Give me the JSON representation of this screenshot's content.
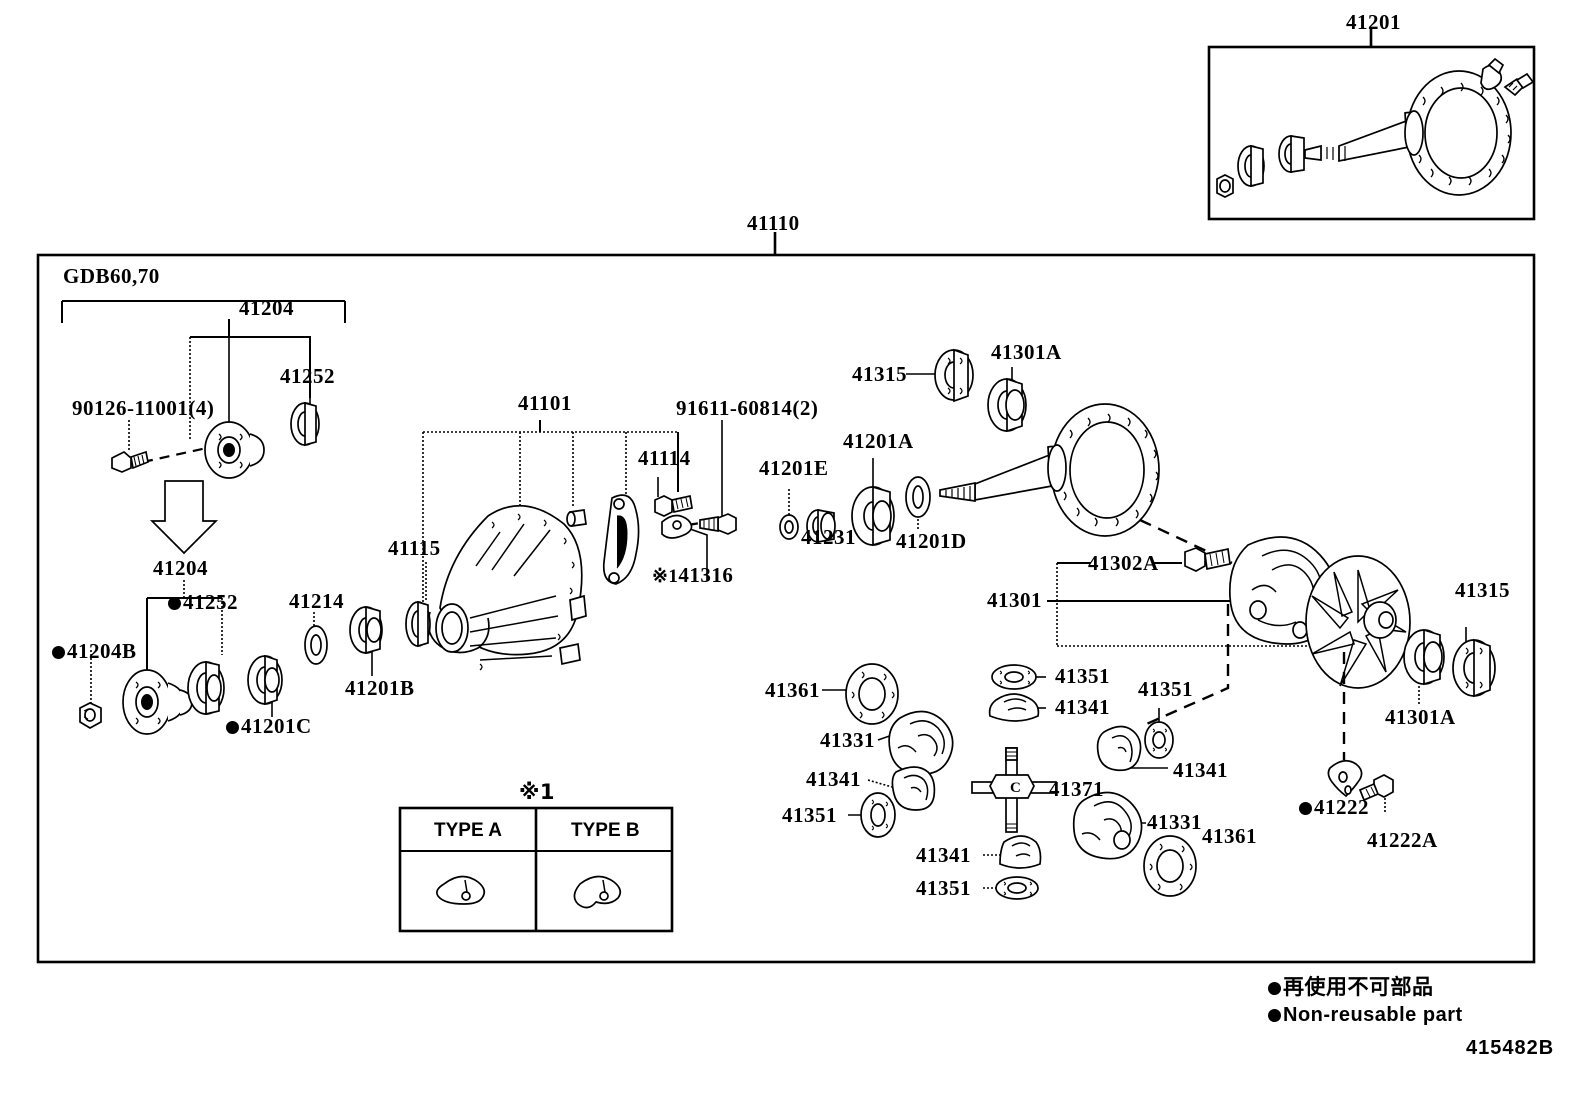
{
  "diagram": {
    "code": "415482B",
    "title_top_right": "41201",
    "title_main": "41110",
    "group_note": "GDB60,70",
    "note_marker": "※1"
  },
  "legend": {
    "japanese": "再使用不可部品",
    "english": "Non-reusable part",
    "bullet": "filled-circle"
  },
  "type_table": {
    "marker": "※1",
    "headers": [
      "TYPE A",
      "TYPE B"
    ]
  },
  "labels": {
    "top_assembly": "41201",
    "main_assembly": "41110",
    "group_bracket": "GDB60,70",
    "l_41204_top": "41204",
    "l_41252_top": "41252",
    "l_90126": "90126-11001(4)",
    "l_41204_bot": "41204",
    "l_41252_bot": "41252",
    "l_41204B": "41204B",
    "l_41201C": "41201C",
    "l_41214": "41214",
    "l_41201B": "41201B",
    "l_41115": "41115",
    "l_41101": "41101",
    "l_41114": "41114",
    "l_91611": "91611-60814(2)",
    "l_41316": "41316",
    "l_41316_mark": "※1",
    "l_41201E": "41201E",
    "l_41231": "41231",
    "l_41201A": "41201A",
    "l_41201D": "41201D",
    "l_41315_top": "41315",
    "l_41301A_top": "41301A",
    "l_41301": "41301",
    "l_41302A": "41302A",
    "l_41351_a": "41351",
    "l_41341_a": "41341",
    "l_41351_b": "41351",
    "l_41341_b": "41341",
    "l_41361_a": "41361",
    "l_41331_a": "41331",
    "l_41341_c": "41341",
    "l_41351_c": "41351",
    "l_41341_d": "41341",
    "l_41351_d": "41351",
    "l_41371": "41371",
    "l_41331_b": "41331",
    "l_41361_b": "41361",
    "l_41222": "41222",
    "l_41222A": "41222A",
    "l_41301A_right": "41301A",
    "l_41315_right": "41315"
  }
}
